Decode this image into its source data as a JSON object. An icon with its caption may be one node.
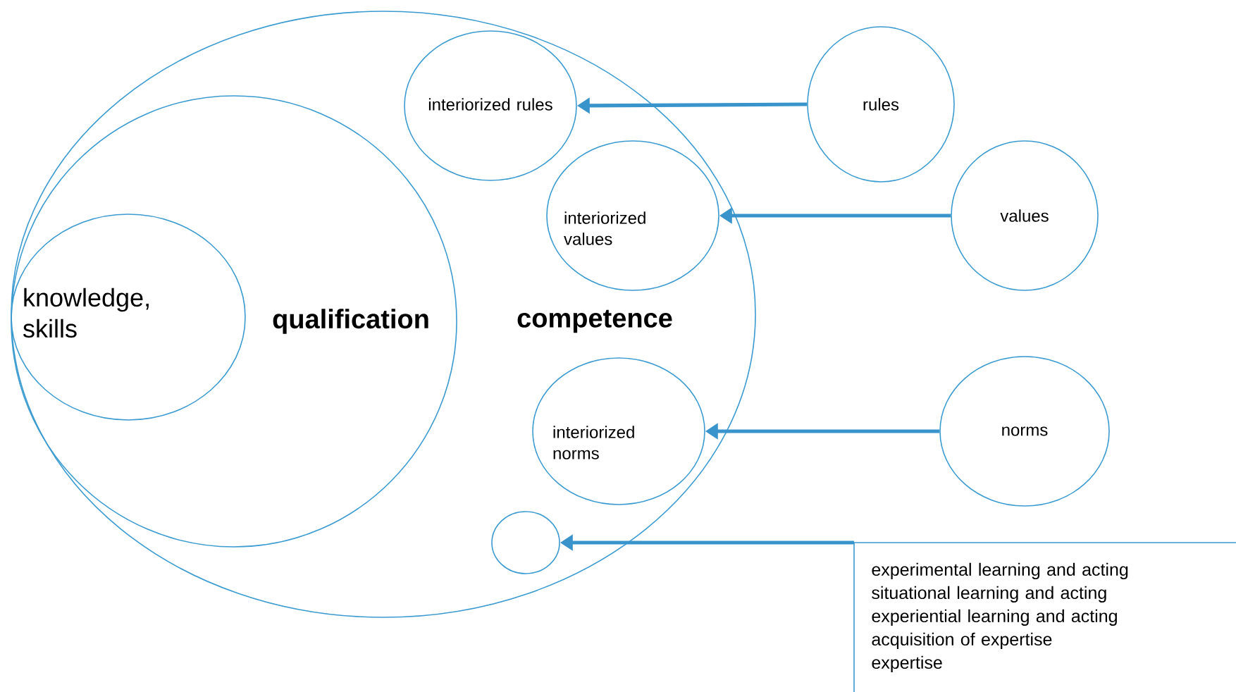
{
  "diagram": {
    "nodes": [
      {
        "text": [
          "competence"
        ]
      },
      {
        "text": [
          "qualification"
        ],
        "in": 0
      },
      {
        "text": [
          "knowledge, skills"
        ],
        "in": 1
      },
      {
        "text": [
          "interiorized rules"
        ],
        "in": 0
      },
      {
        "text": [
          "interiorized values"
        ],
        "in": 0
      },
      {
        "text": [
          "interiorized norms"
        ],
        "in": 0
      },
      {
        "text": [],
        "shape": "circle",
        "in": 0
      },
      {
        "text": [
          "rules"
        ]
      },
      {
        "text": [
          "values"
        ]
      },
      {
        "text": [
          "norms"
        ]
      },
      {
        "text": [
          "experimental learning and acting",
          "situational learning and acting",
          "experiential learning and acting",
          "acquisition of expertise",
          "expertise"
        ]
      }
    ],
    "edges": [
      {
        "from": 7,
        "to": 3,
        "arrow": "to"
      },
      {
        "from": 8,
        "to": 4,
        "arrow": "to"
      },
      {
        "from": 9,
        "to": 5,
        "arrow": "to"
      },
      {
        "from": 10,
        "to": 6,
        "arrow": "to"
      }
    ]
  }
}
